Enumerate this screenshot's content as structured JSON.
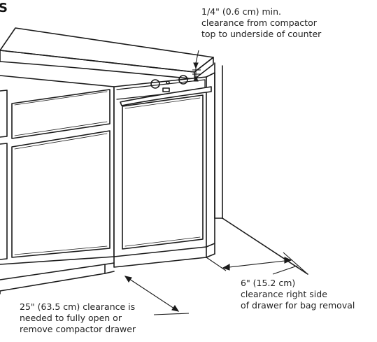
{
  "header_fragment": "S",
  "callouts": {
    "top_clearance": [
      "1/4\" (0.6 cm) min.",
      "clearance from compactor",
      "top to underside of counter"
    ],
    "side_clearance": [
      "6\" (15.2 cm)",
      "clearance right side",
      "of drawer for bag removal"
    ],
    "front_clearance": [
      "25\" (63.5 cm) clearance is",
      "needed to fully open or",
      "remove compactor drawer"
    ]
  },
  "colors": {
    "line": "#1a1a1a",
    "text": "#222222",
    "background": "#ffffff"
  }
}
